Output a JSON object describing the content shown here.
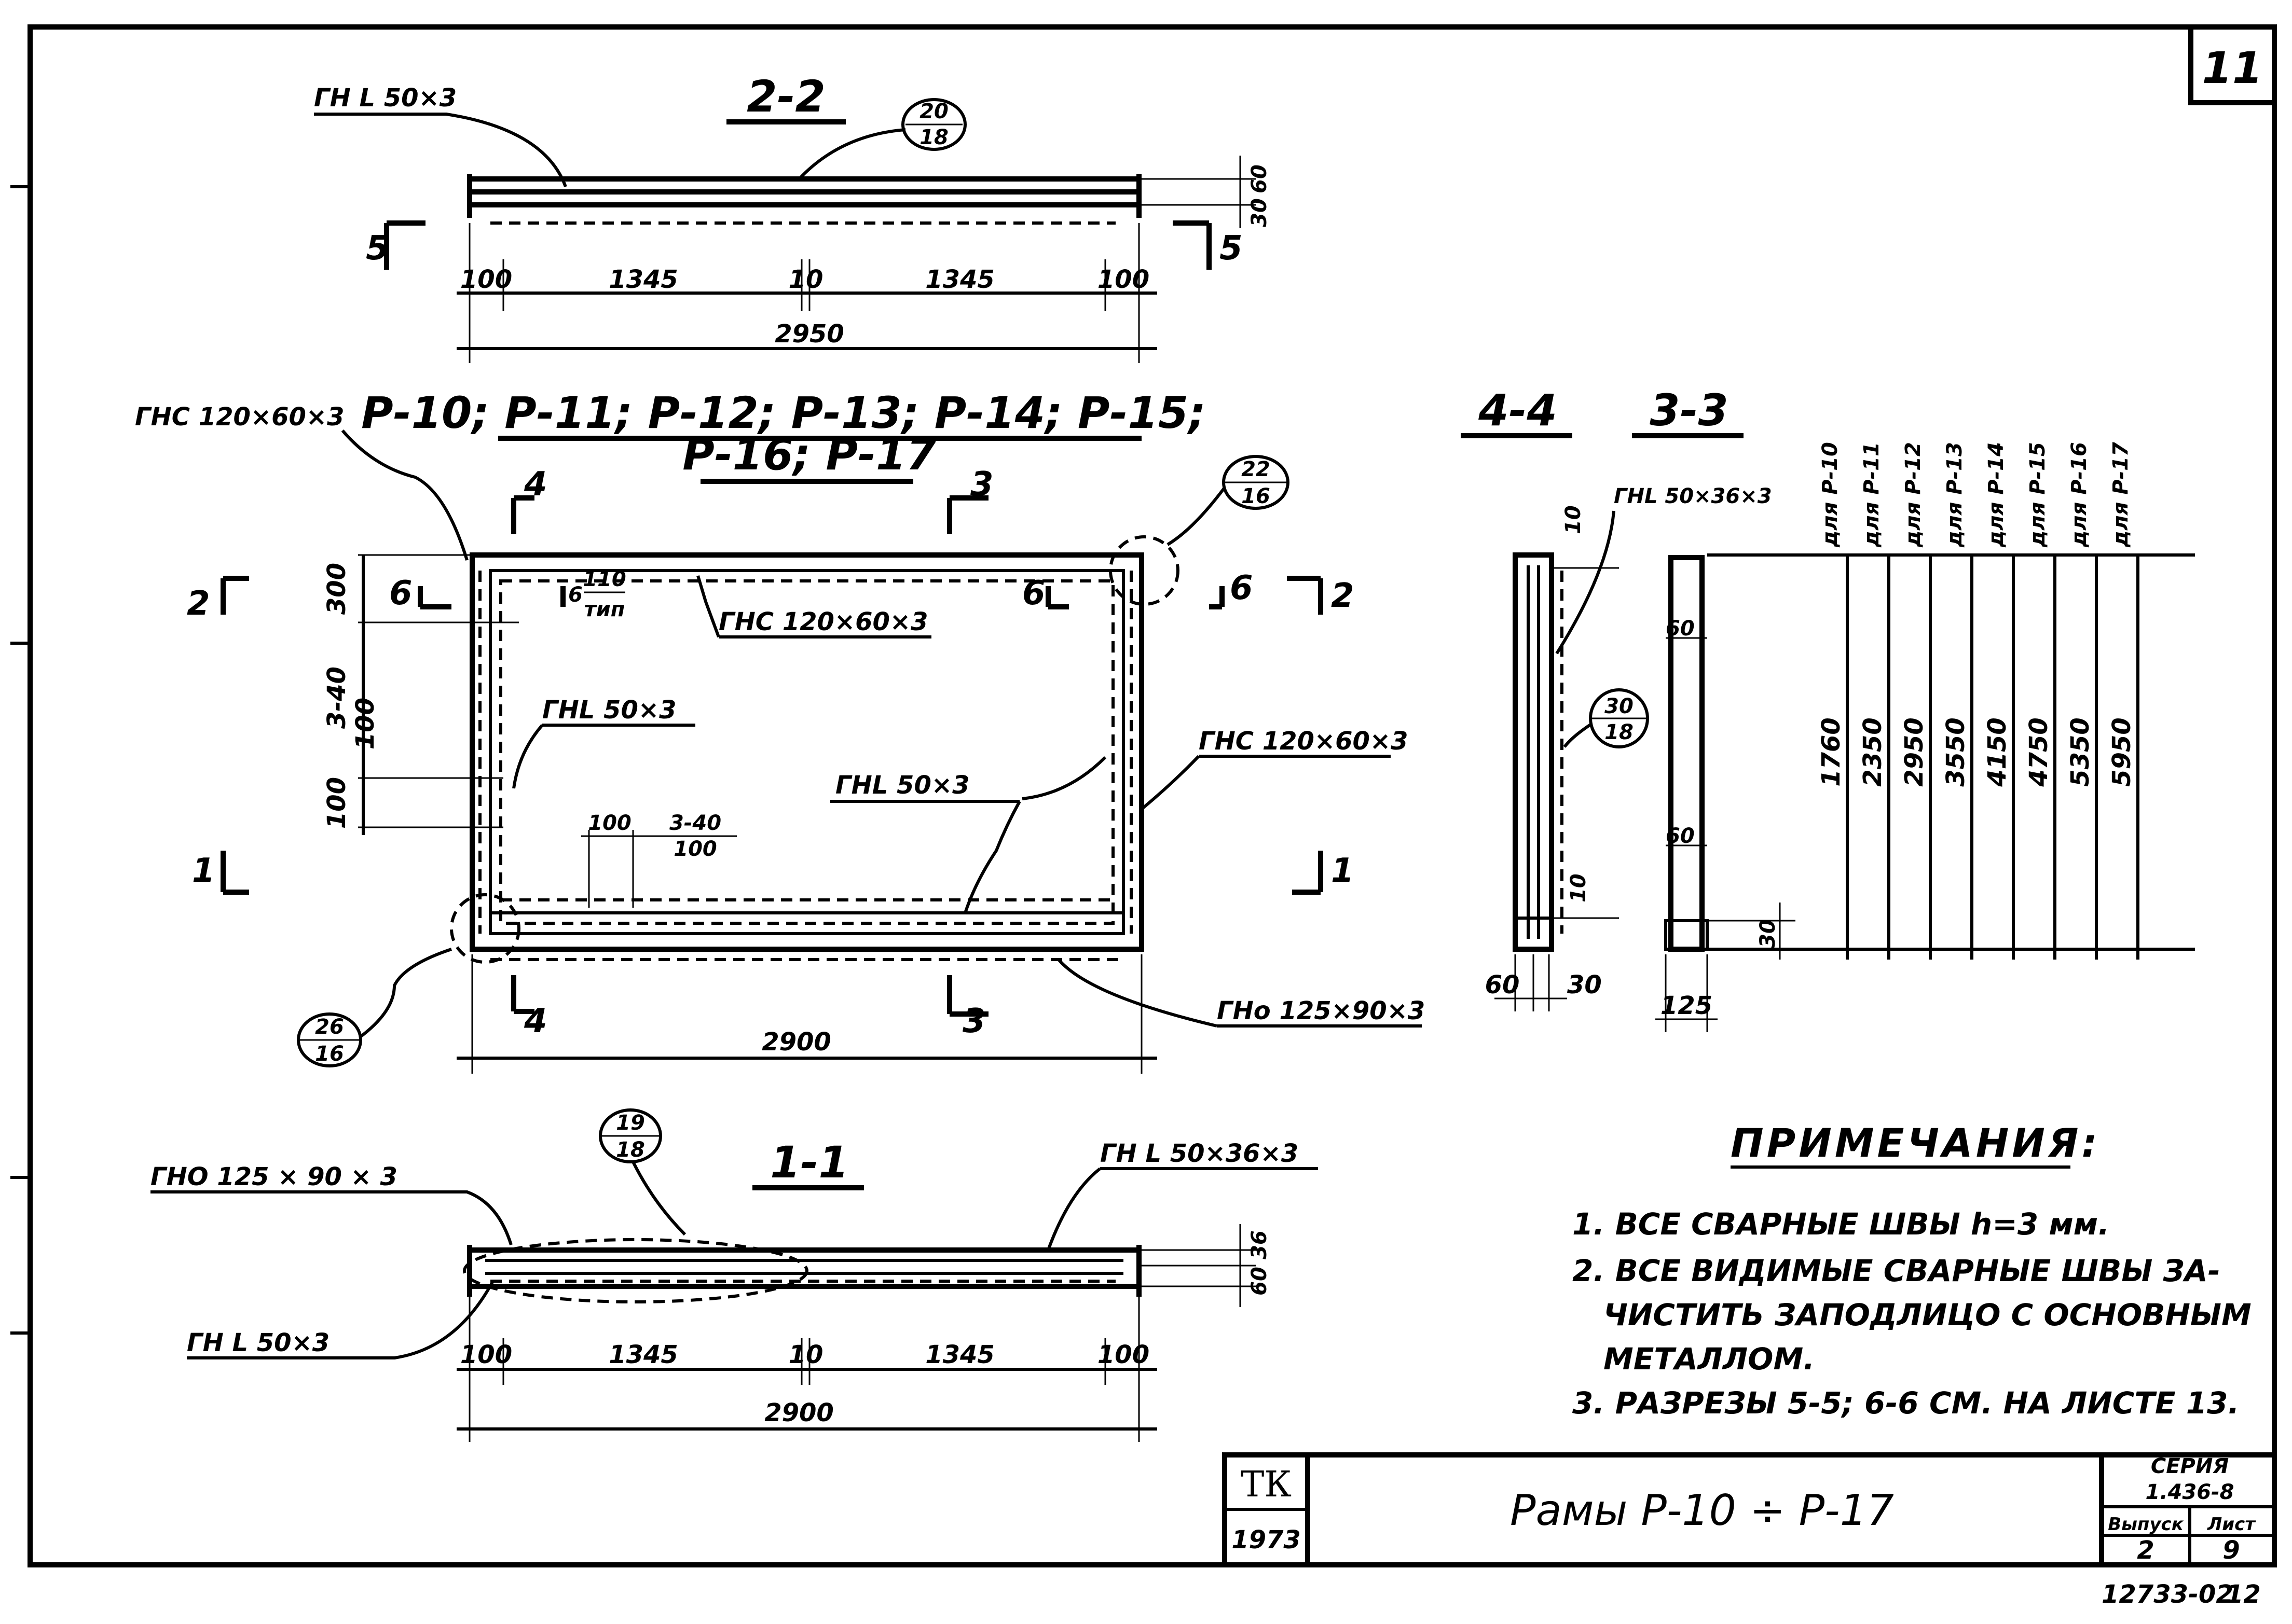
{
  "sheet_number": "11",
  "archive_number": "12733-02",
  "archive_page": "12",
  "section_2_2": {
    "title": "2-2",
    "profile": "ГН L 50×3",
    "node": {
      "top": "20",
      "bottom": "18"
    },
    "dims": [
      "100",
      "1345",
      "10",
      "1345",
      "100"
    ],
    "total": "2950",
    "right_dims": [
      "60",
      "30"
    ],
    "cut_mark": "5"
  },
  "plan": {
    "title_line1": "Р-10; Р-11; Р-12; Р-13; Р-14; Р-15;",
    "title_line2": "Р-16; Р-17",
    "top_left_profile": "ГНС 120×60×3",
    "top_inner_profile": "ГНС 120×60×3",
    "inner_left_profile": "ГНL 50×3",
    "inner_bottom_profile": "ГНL 50×3",
    "right_profile": "ГНС 120×60×3",
    "bottom_profile": "ГНо 125×90×3",
    "left_dims": [
      "300",
      "3-40",
      "100",
      "100"
    ],
    "weld_top": {
      "top": "110",
      "bottom": "тип"
    },
    "weld_bottom": {
      "left": "100",
      "top": "3-40",
      "bottom": "100"
    },
    "node_top_right": {
      "top": "22",
      "bottom": "16"
    },
    "node_bottom_left": {
      "top": "26",
      "bottom": "16"
    },
    "total": "2900",
    "cut_labels": {
      "c1": "1",
      "c2": "2",
      "c3": "3",
      "c4": "4",
      "c6": "6"
    }
  },
  "section_1_1": {
    "title": "1-1",
    "profile_left_top": "ГНО 125 × 90 × 3",
    "profile_right_top": "ГН L 50×36×3",
    "profile_left_bottom": "ГН L 50×3",
    "node": {
      "top": "19",
      "bottom": "18"
    },
    "dims": [
      "100",
      "1345",
      "10",
      "1345",
      "100"
    ],
    "total": "2900",
    "right_dims": [
      "36",
      "60"
    ]
  },
  "section_4_4": {
    "title": "4-4",
    "dims_bottom": [
      "60",
      "30"
    ],
    "dims_side": [
      "10",
      "10"
    ],
    "node": {
      "top": "30",
      "bottom": "18"
    }
  },
  "section_3_3": {
    "title": "3-3",
    "profile": "ГНL 50×36×3",
    "dims": [
      "60",
      "60",
      "30"
    ],
    "width": "125"
  },
  "table": {
    "columns": [
      "для Р-10",
      "для Р-11",
      "для Р-12",
      "для Р-13",
      "для Р-14",
      "для Р-15",
      "для Р-16",
      "для Р-17"
    ],
    "values": [
      "1760",
      "2350",
      "2950",
      "3550",
      "4150",
      "4750",
      "5350",
      "5950"
    ]
  },
  "notes": {
    "heading": "ПРИМЕЧАНИЯ:",
    "lines": [
      "1. ВСЕ СВАРНЫЕ   ШВЫ   h=3 мм.",
      "2. ВСЕ ВИДИМЫЕ СВАРНЫЕ ШВЫ ЗА-",
      "ЧИСТИТЬ ЗАПОДЛИЦО С ОСНОВНЫМ",
      "МЕТАЛЛОМ.",
      "3. РАЗРЕЗЫ 5-5; 6-6 СМ. НА ЛИСТЕ 13."
    ]
  },
  "title_block": {
    "org": "ТК",
    "year": "1973",
    "title": "Рамы  Р-10 ÷ Р-17",
    "series_label": "СЕРИЯ",
    "series_value": "1.436-8",
    "issue_label": "Выпуск",
    "sheet_label": "Лист",
    "issue_value": "2",
    "sheet_value": "9"
  }
}
